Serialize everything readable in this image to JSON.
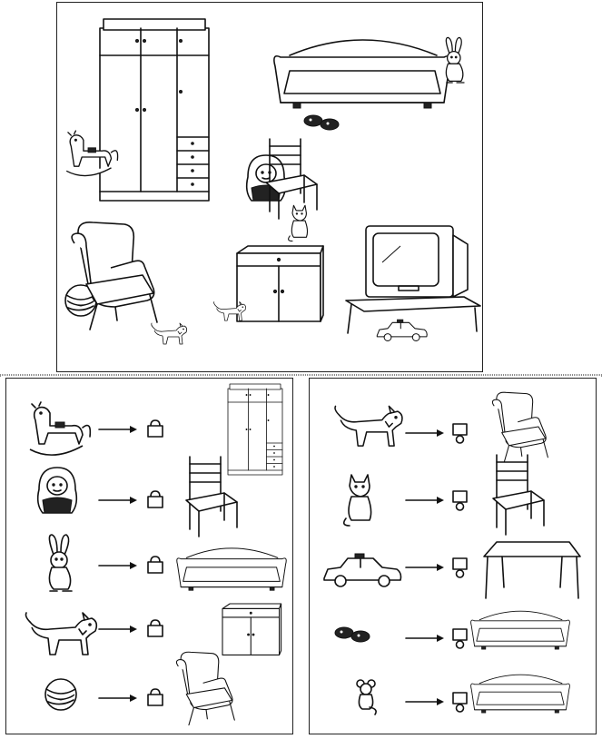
{
  "scene": {
    "items": [
      {
        "name": "wardrobe",
        "icon": "wardrobe-icon",
        "hidden_toy": "rocking-horse-icon"
      },
      {
        "name": "sofa",
        "icon": "sofa-icon",
        "hidden_toy": "rabbit-icon"
      },
      {
        "name": "chair",
        "icon": "chair-icon",
        "hidden_toy": "matryoshka-icon"
      },
      {
        "name": "armchair",
        "icon": "armchair-icon",
        "hidden_toy": "ball-icon"
      },
      {
        "name": "cabinet",
        "icon": "cabinet-icon",
        "hidden_toy": "dog-icon"
      },
      {
        "name": "tv",
        "icon": "tv-icon",
        "hidden_toy": "car-icon"
      }
    ]
  },
  "left_panel": {
    "rows": [
      {
        "toy": "rocking-horse-icon",
        "target": "wardrobe-icon"
      },
      {
        "toy": "matryoshka-icon",
        "target": "chair-icon"
      },
      {
        "toy": "rabbit-icon",
        "target": "sofa-icon"
      },
      {
        "toy": "dog-icon",
        "target": "cabinet-icon"
      },
      {
        "toy": "ball-icon",
        "target": "armchair-icon"
      }
    ],
    "marker": "lock-icon"
  },
  "right_panel": {
    "rows": [
      {
        "toy": "dog-icon",
        "target": "armchair-icon"
      },
      {
        "toy": "cat-icon",
        "target": "chair-icon"
      },
      {
        "toy": "car-icon",
        "target": "table-icon"
      },
      {
        "toy": "slippers-icon",
        "target": "sofa-icon"
      },
      {
        "toy": "mouse-icon",
        "target": "sofa-icon"
      }
    ],
    "marker": "tag-icon"
  },
  "colors": {
    "ink": "#111111",
    "paper": "#ffffff",
    "frame": "#222222"
  }
}
